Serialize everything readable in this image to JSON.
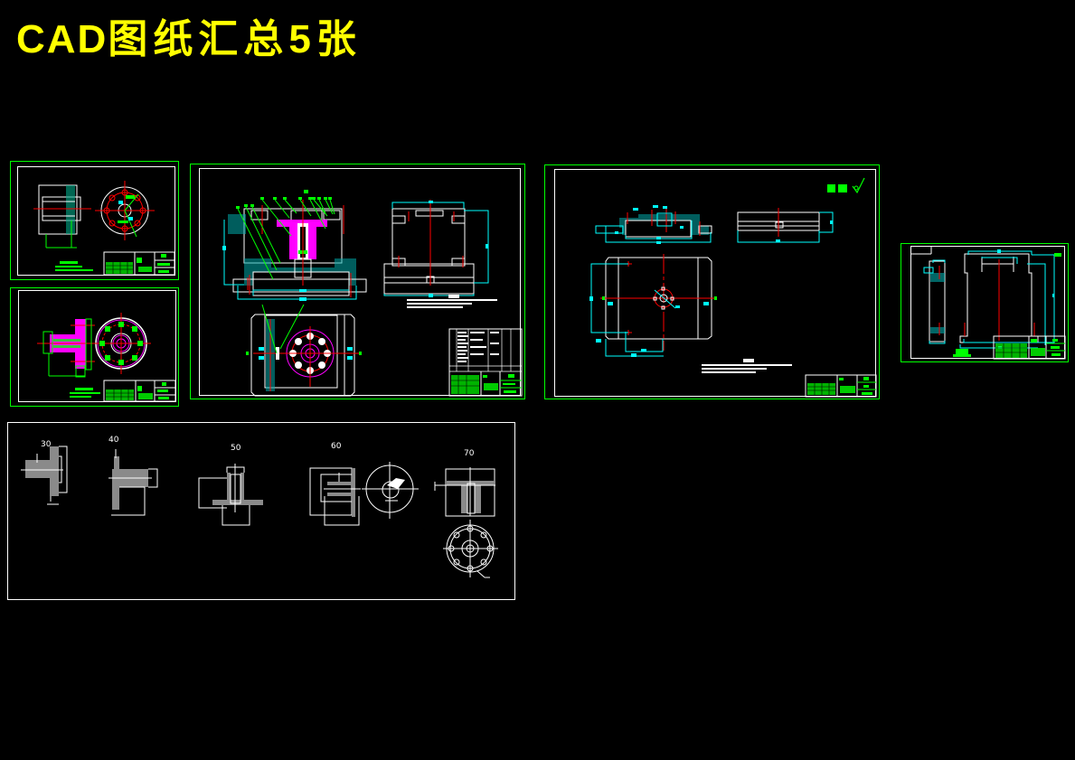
{
  "title": {
    "prefix": "CAD",
    "suffix": "图纸汇总5张",
    "color": "#ffff00"
  },
  "colors": {
    "background": "#000000",
    "frame_outer": "#00ff00",
    "frame_inner": "#ffffff",
    "centerline": "#ff0000",
    "dimension": "#00ffff",
    "section_magenta": "#ff00ff",
    "leader": "#00ff00",
    "hatch": "#00ffff"
  },
  "sheets": [
    {
      "id": "sheet-flange-1",
      "kind": "part drawing",
      "views": [
        "section view",
        "end view with bolt circle"
      ],
      "has_title_block": true
    },
    {
      "id": "sheet-flange-2",
      "kind": "part drawing",
      "views": [
        "section view (magenta hatch)",
        "end view with bolt circle"
      ],
      "has_title_block": true
    },
    {
      "id": "sheet-fixture-assembly",
      "kind": "assembly drawing",
      "views": [
        "front section",
        "side view",
        "top view"
      ],
      "has_title_block": true,
      "has_parts_list": true
    },
    {
      "id": "sheet-fixture-base",
      "kind": "part drawing",
      "views": [
        "front section",
        "side view",
        "top view"
      ],
      "has_title_block": true,
      "annotation": "其余 ✓"
    },
    {
      "id": "sheet-support-block",
      "kind": "part drawing",
      "views": [
        "side view",
        "front view"
      ],
      "has_title_block": true
    }
  ],
  "process_sheet": {
    "id": "sheet-process-steps",
    "step_labels": [
      "30",
      "40",
      "50",
      "60",
      "70"
    ]
  },
  "annotations": {
    "surface_finish_note": "其余"
  }
}
